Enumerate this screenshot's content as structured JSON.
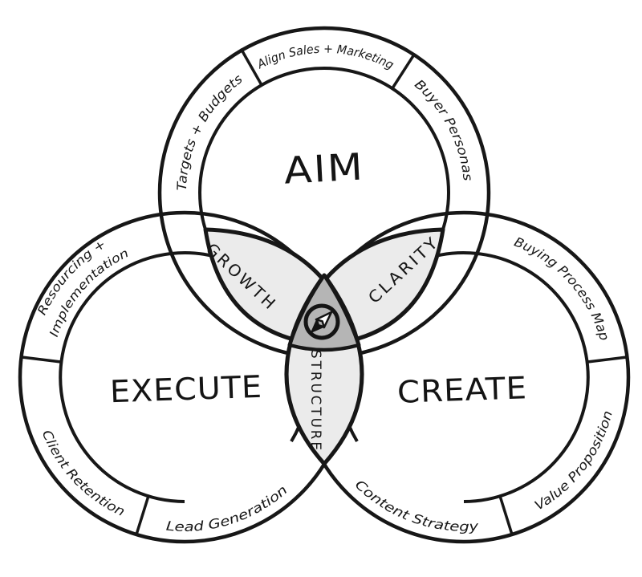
{
  "diagram": {
    "colors": {
      "background": "#ffffff",
      "line": "#171717",
      "lens_fill": "#ebebeb",
      "core_fill": "#b5b5b5"
    },
    "circles": {
      "aim": "AIM",
      "execute": "EXECUTE",
      "create": "CREATE"
    },
    "ring_segments": {
      "targets": "Targets + Budgets",
      "align": "Align Sales + Marketing",
      "buyer": "Buyer Personas",
      "resourcing_line1": "Resourcing +",
      "resourcing_line2": "Implementation",
      "client": "Client Retention",
      "lead": "Lead Generation",
      "buying": "Buying Process Map",
      "content": "Content Strategy",
      "value": "Value Proposition"
    },
    "overlaps": {
      "growth": "GROWTH",
      "clarity": "CLARITY",
      "structure": "STRUCTURE"
    },
    "center_icon": "compass-icon"
  }
}
